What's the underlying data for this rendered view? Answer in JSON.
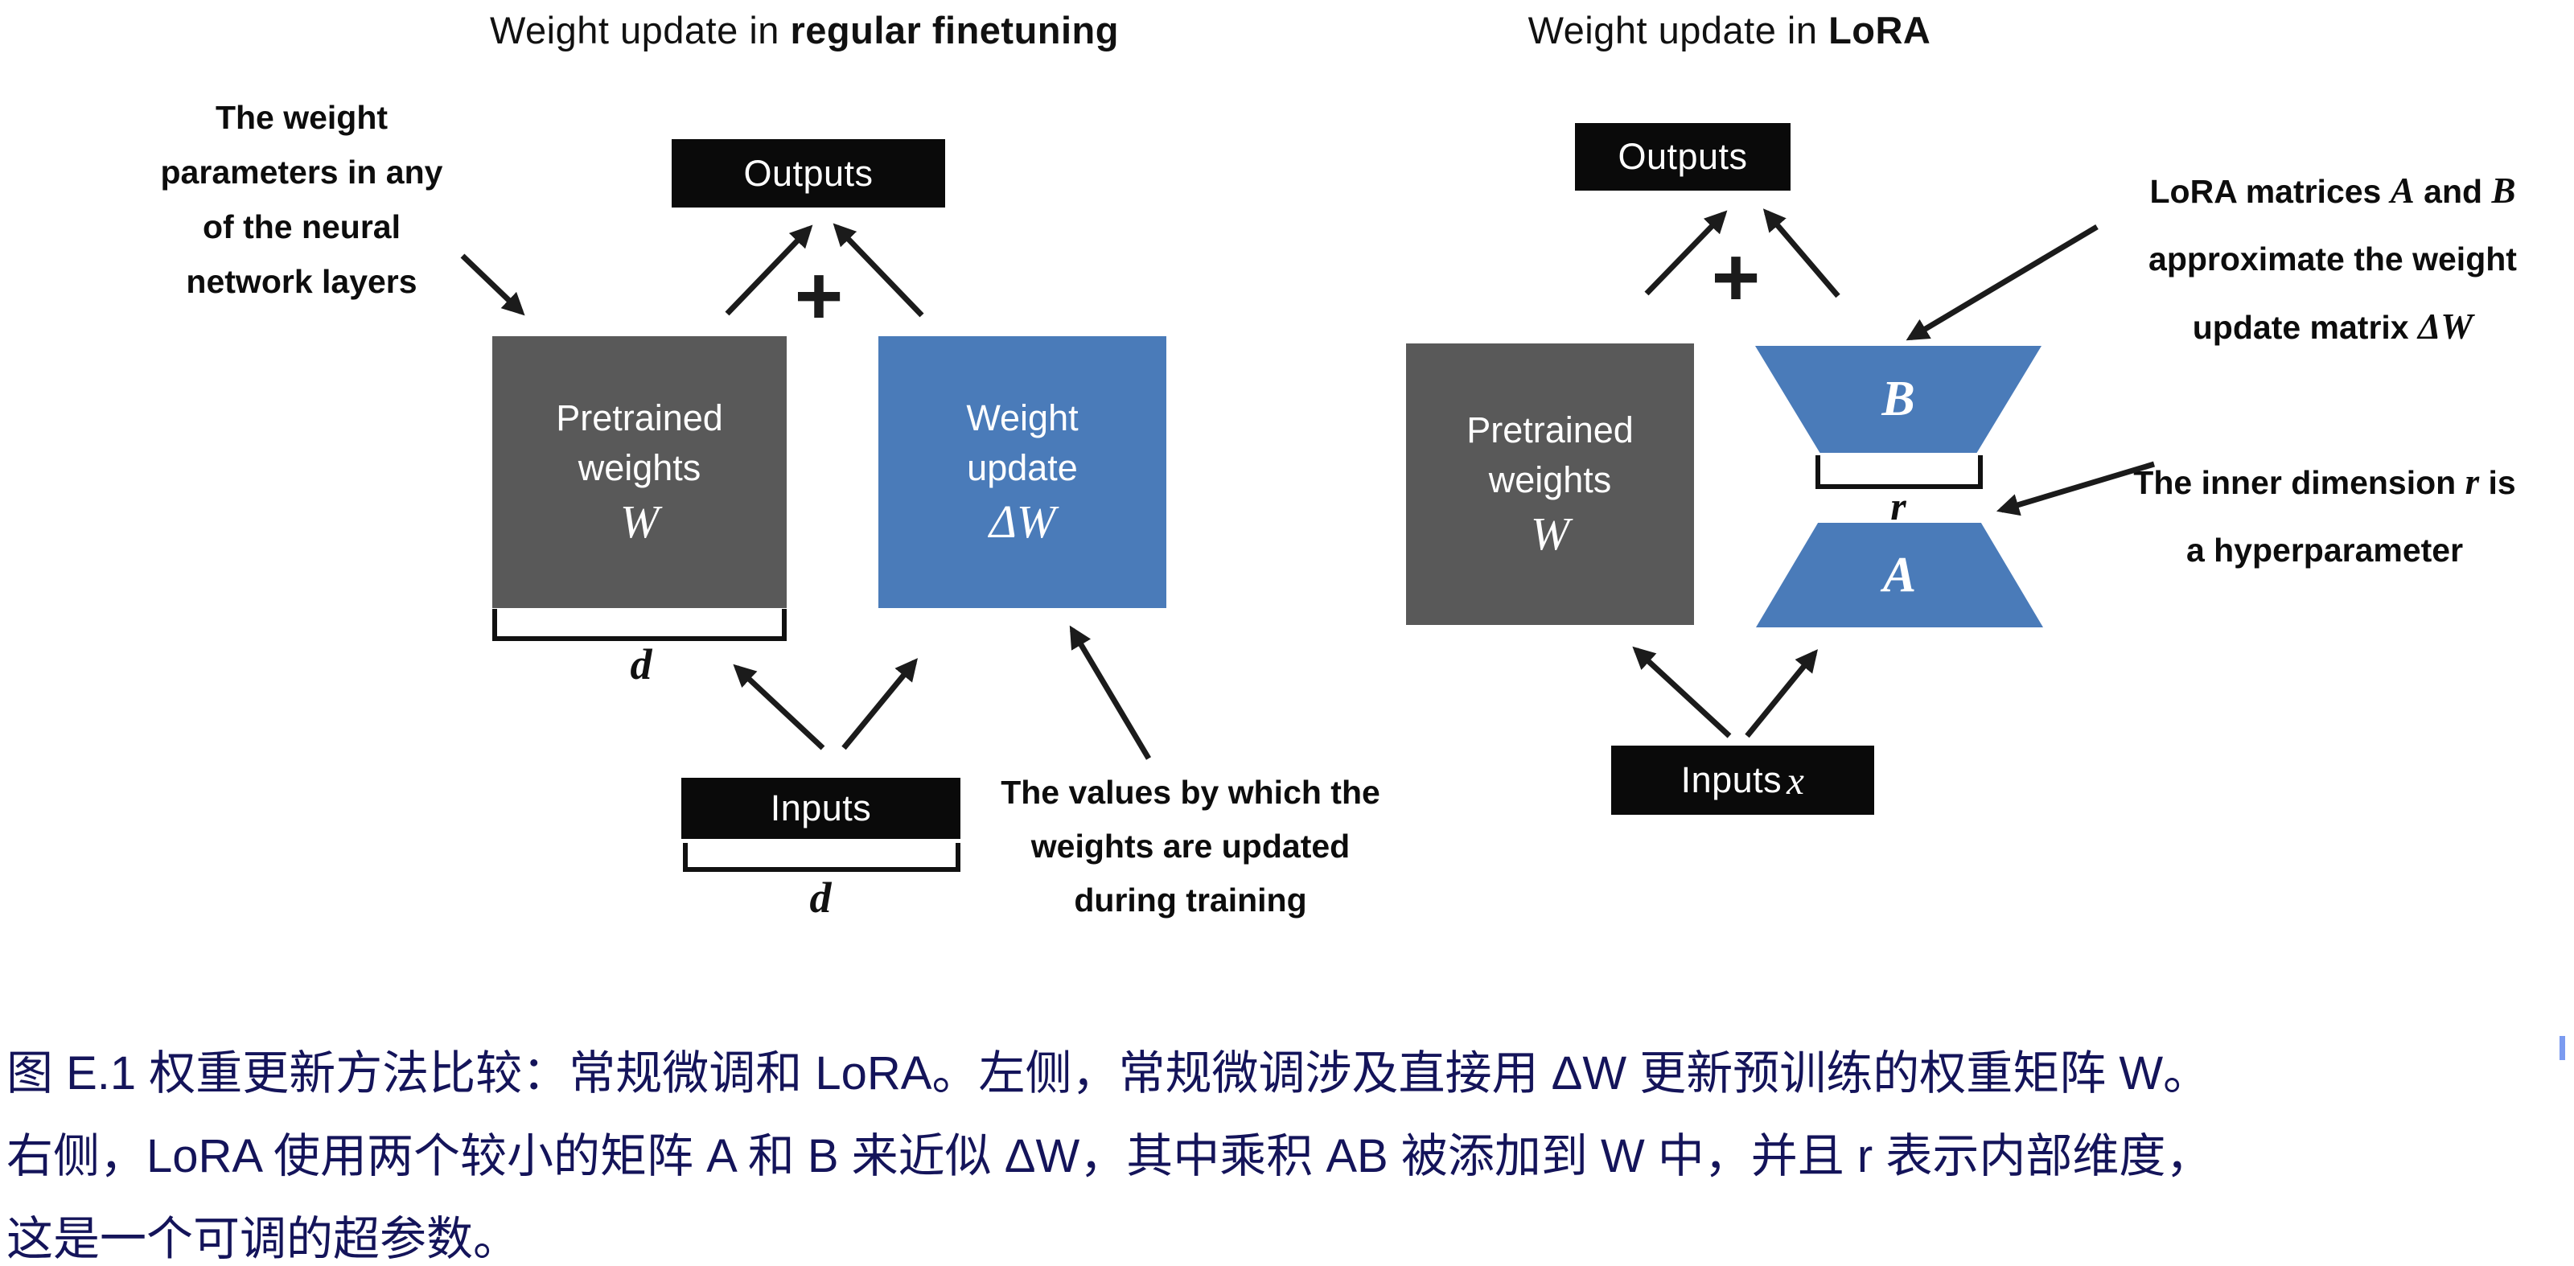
{
  "colors": {
    "box_black": "#0a0a0a",
    "box_gray": "#595959",
    "box_blue": "#4a7bb9",
    "arrow_ink": "#1b1b1b",
    "caption_navy": "#14145a",
    "cursor_blue": "#7b9bf0",
    "text_ink": "#111111"
  },
  "left": {
    "title_prefix": "Weight update in ",
    "title_bold": "regular finetuning",
    "outputs": "Outputs",
    "plus": "+",
    "pretrained": {
      "l1": "Pretrained",
      "l2": "weights",
      "sym": "W"
    },
    "update": {
      "l1": "Weight",
      "l2": "update",
      "sym": "ΔW"
    },
    "d_weights": "d",
    "inputs": "Inputs",
    "d_inputs": "d",
    "ann_weights": [
      "The weight",
      "parameters in any",
      "of the neural",
      "network layers"
    ],
    "ann_values": [
      "The values by which the",
      "weights are updated",
      "during training"
    ]
  },
  "right": {
    "title_prefix": "Weight update in ",
    "title_bold": "LoRA",
    "outputs": "Outputs",
    "plus": "+",
    "pretrained": {
      "l1": "Pretrained",
      "l2": "weights",
      "sym": "W"
    },
    "matrix_b": "B",
    "matrix_a": "A",
    "r_label": "r",
    "inputs_text": "Inputs",
    "inputs_sym": "x",
    "ann_lora": {
      "l1a": "LoRA matrices ",
      "l1b": "A",
      "l1c": " and ",
      "l1d": "B",
      "l2": "approximate the weight",
      "l3a": "update matrix ",
      "l3b": "ΔW"
    },
    "ann_rank": {
      "l1a": "The inner dimension ",
      "l1b": "r",
      "l1c": " is",
      "l2": "a hyperparameter"
    }
  },
  "caption": {
    "lines": [
      "图 E.1 权重更新方法比较：常规微调和 LoRA。左侧，常规微调涉及直接用 ΔW 更新预训练的权重矩阵 W。",
      "右侧，LoRA 使用两个较小的矩阵 A 和 B 来近似 ΔW，其中乘积 AB 被添加到 W 中，并且 r 表示内部维度，",
      "这是一个可调的超参数。"
    ]
  }
}
